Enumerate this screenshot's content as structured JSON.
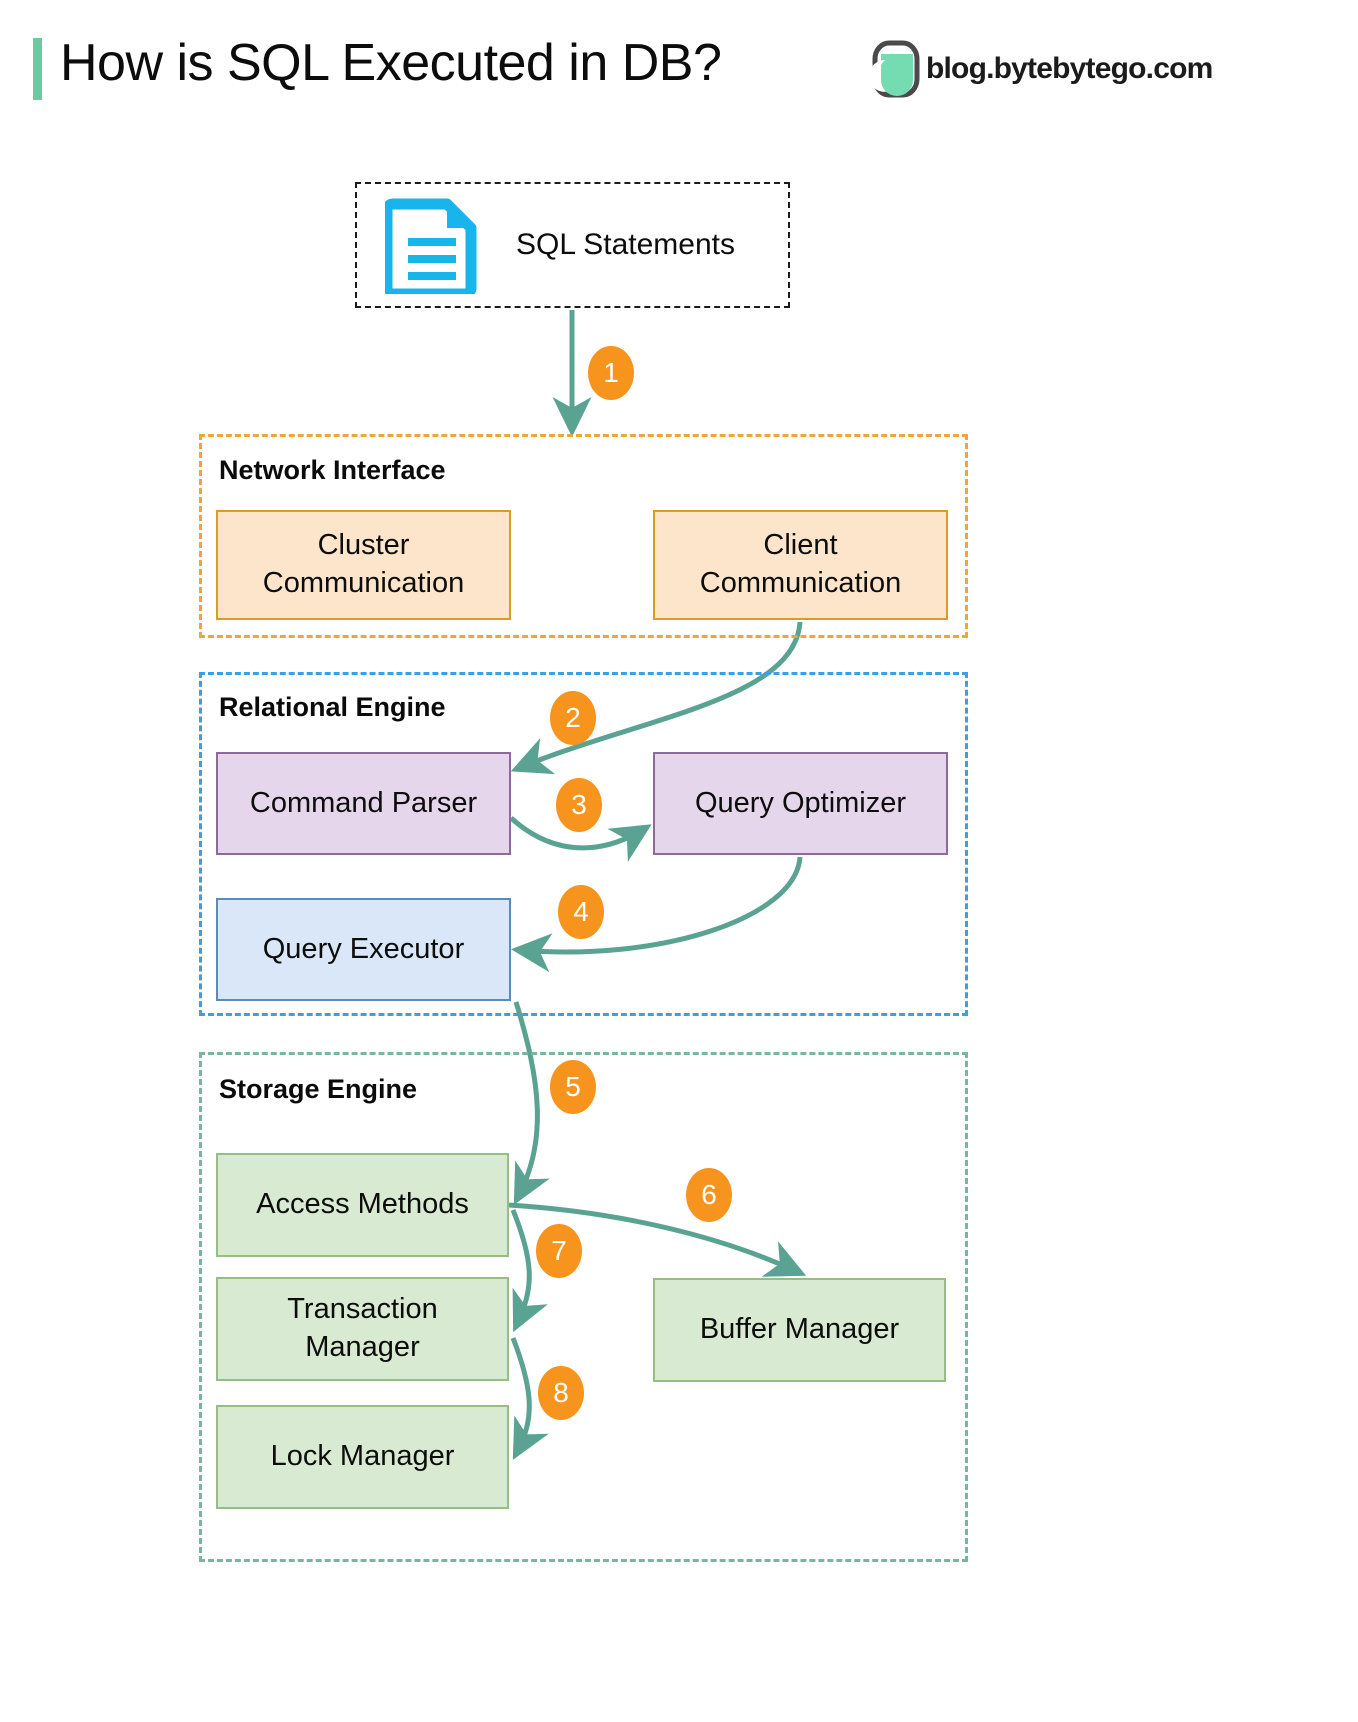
{
  "header": {
    "title": "How is SQL Executed in DB?",
    "accent_color": "#6ec9a0",
    "brand_text": "blog.bytebytego.com",
    "brand_logo_icon": "bytebytego-leaf-logo-icon"
  },
  "source": {
    "label": "SQL Statements",
    "icon": "document-lines-icon",
    "icon_color": "#18b5ed"
  },
  "groups": [
    {
      "id": "network",
      "label": "Network Interface",
      "border_color": "#f0a43c",
      "nodes": [
        {
          "id": "cluster-communication",
          "label": "Cluster\nCommunication",
          "line1": "Cluster",
          "line2": "Communication",
          "fill": "#fde5cb",
          "stroke": "#d6a01e"
        },
        {
          "id": "client-communication",
          "label": "Client\nCommunication",
          "line1": "Client",
          "line2": "Communication",
          "fill": "#fde5cb",
          "stroke": "#d6a01e"
        }
      ]
    },
    {
      "id": "relational",
      "label": "Relational Engine",
      "border_color": "#3d9fe0",
      "nodes": [
        {
          "id": "command-parser",
          "label": "Command Parser",
          "fill": "#e5d6ec",
          "stroke": "#8d6a9a"
        },
        {
          "id": "query-optimizer",
          "label": "Query Optimizer",
          "fill": "#e5d6ec",
          "stroke": "#8d6a9a"
        },
        {
          "id": "query-executor",
          "label": "Query Executor",
          "fill": "#d9e7f9",
          "stroke": "#5b8bbd"
        }
      ]
    },
    {
      "id": "storage",
      "label": "Storage Engine",
      "border_color": "#7cb4a3",
      "nodes": [
        {
          "id": "access-methods",
          "label": "Access Methods",
          "fill": "#d9ead3",
          "stroke": "#95bd84"
        },
        {
          "id": "transaction-manager",
          "label": "Transaction\nManager",
          "line1": "Transaction",
          "line2": "Manager",
          "fill": "#d9ead3",
          "stroke": "#95bd84"
        },
        {
          "id": "lock-manager",
          "label": "Lock Manager",
          "fill": "#d9ead3",
          "stroke": "#95bd84"
        },
        {
          "id": "buffer-manager",
          "label": "Buffer Manager",
          "fill": "#d9ead3",
          "stroke": "#95bd84"
        }
      ]
    }
  ],
  "steps": [
    {
      "n": "1",
      "from": "sql-statements",
      "to": "network-interface"
    },
    {
      "n": "2",
      "from": "client-communication",
      "to": "command-parser"
    },
    {
      "n": "3",
      "from": "command-parser",
      "to": "query-optimizer"
    },
    {
      "n": "4",
      "from": "query-optimizer",
      "to": "query-executor"
    },
    {
      "n": "5",
      "from": "query-executor",
      "to": "access-methods"
    },
    {
      "n": "6",
      "from": "access-methods",
      "to": "buffer-manager"
    },
    {
      "n": "7",
      "from": "access-methods",
      "to": "transaction-manager"
    },
    {
      "n": "8",
      "from": "transaction-manager",
      "to": "lock-manager"
    }
  ],
  "colors": {
    "badge": "#f7941e",
    "badge_text": "#ffffff",
    "arrow": "#5aa392",
    "source_border": "#1b1b1b"
  }
}
